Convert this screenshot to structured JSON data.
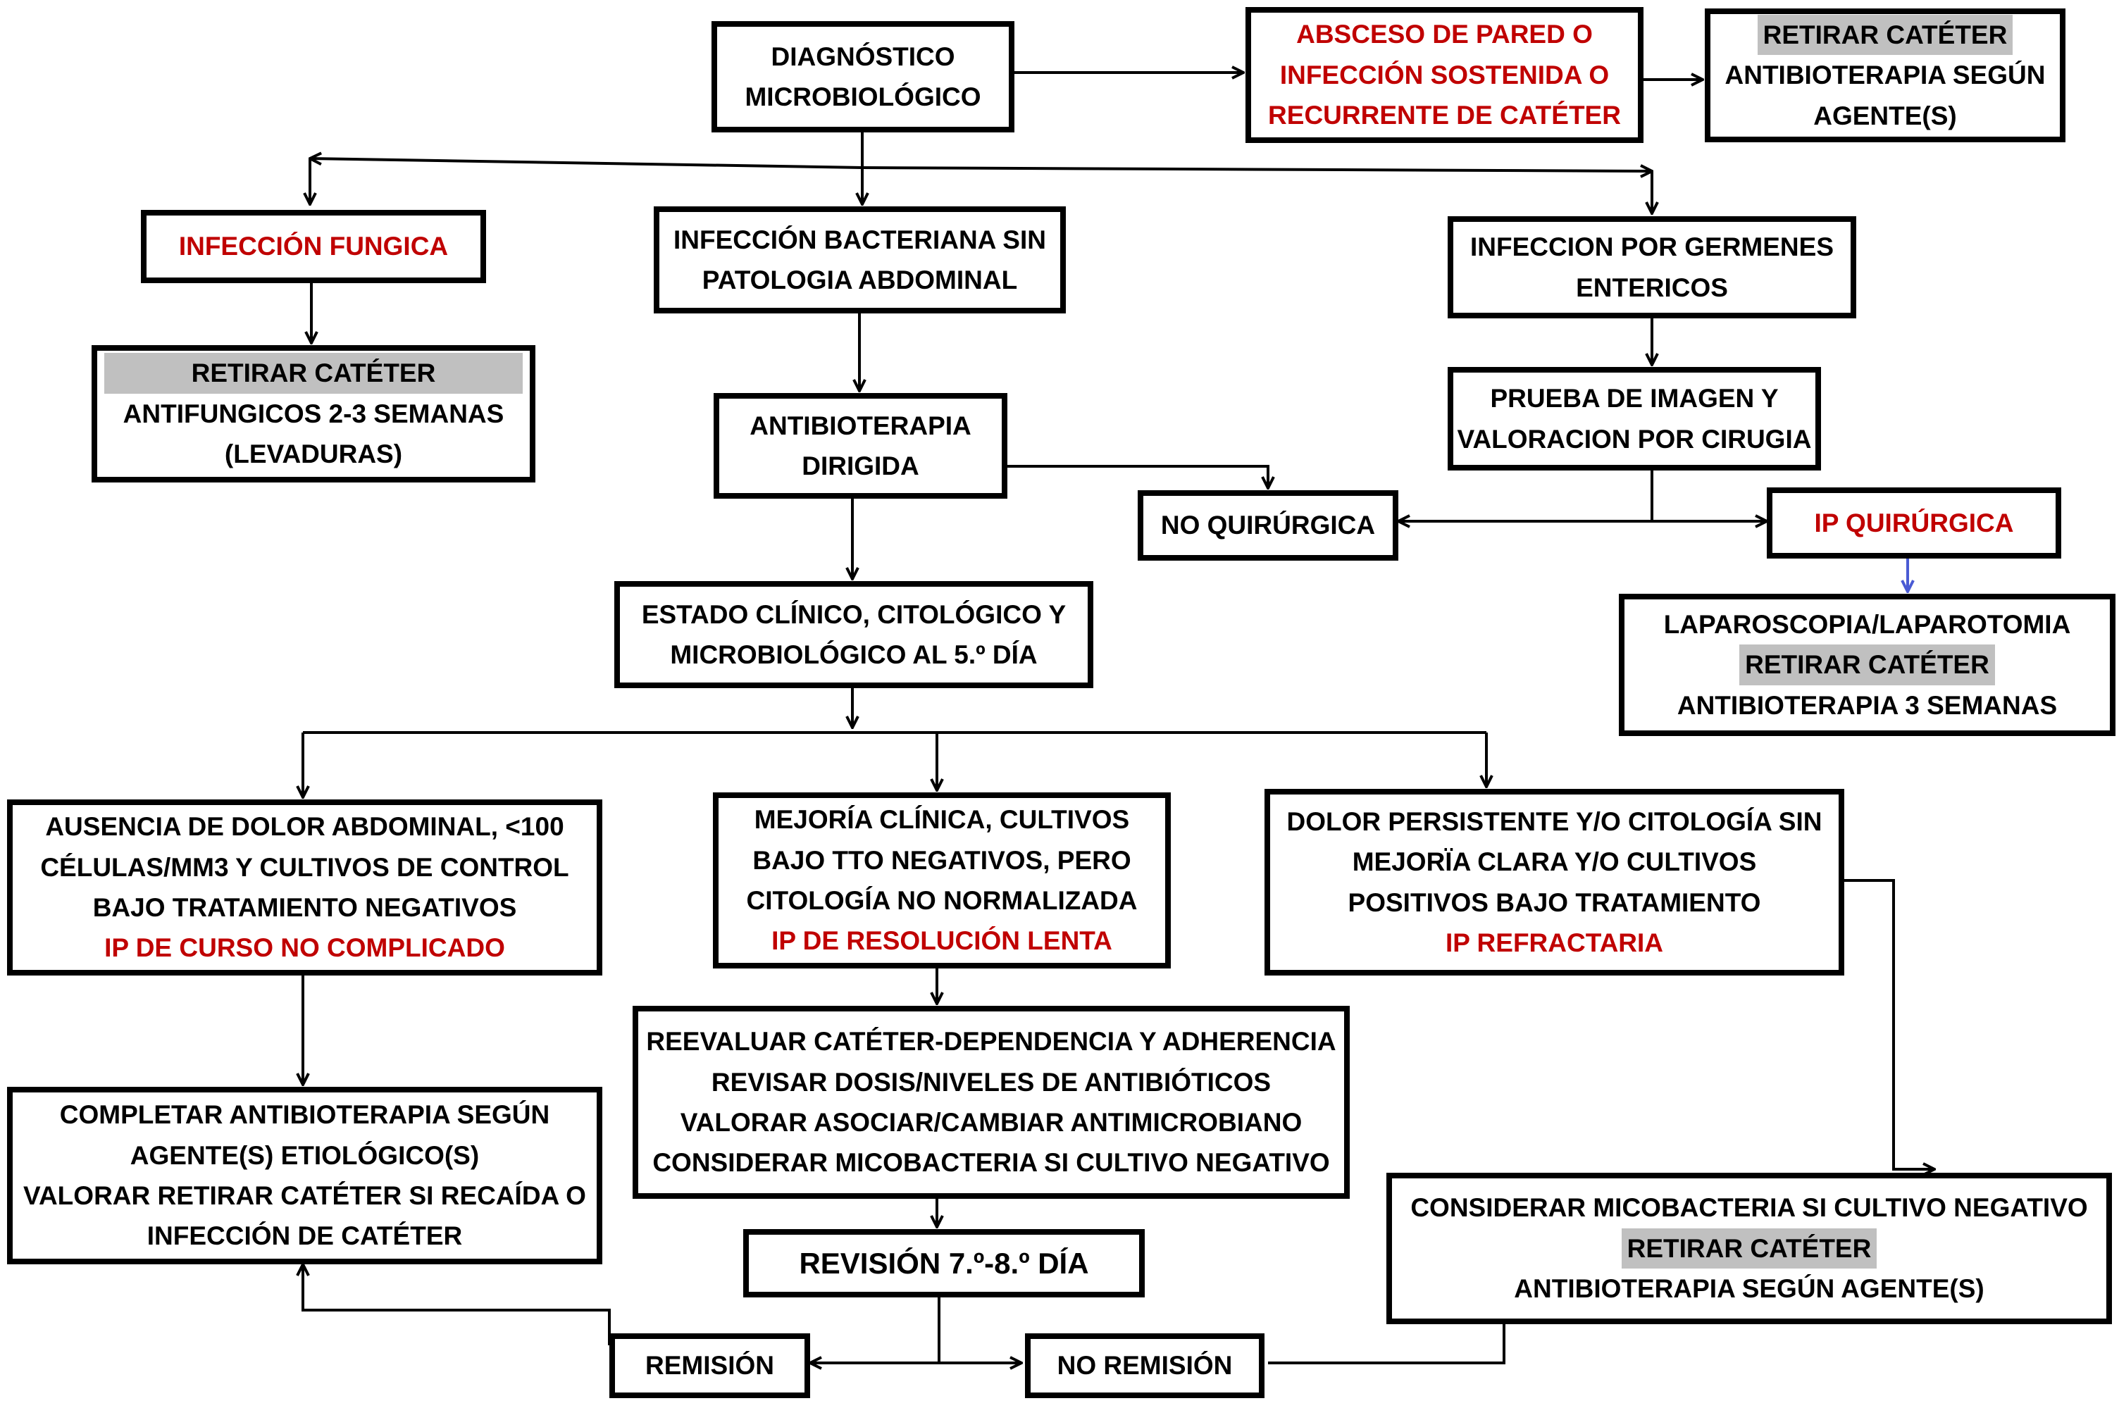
{
  "nodes": {
    "diagnostico": [
      "DIAGNÓSTICO",
      "MICROBIOLÓGICO"
    ],
    "absceso": [
      "ABSCESO DE PARED O",
      "INFECCIÓN SOSTENIDA O",
      "RECURRENTE DE CATÉTER"
    ],
    "retirar_top": [
      "RETIRAR CATÉTER",
      "ANTIBIOTERAPIA SEGÚN",
      "AGENTE(S)"
    ],
    "fungica": "INFECCIÓN FUNGICA",
    "bacteriana": [
      "INFECCIÓN BACTERIANA SIN",
      "PATOLOGIA ABDOMINAL"
    ],
    "entericos": [
      "INFECCION POR GERMENES",
      "ENTERICOS"
    ],
    "retirar_fung": [
      "RETIRAR CATÉTER",
      "ANTIFUNGICOS 2-3 SEMANAS",
      "(LEVADURAS)"
    ],
    "antibioterapia": [
      "ANTIBIOTERAPIA",
      "DIRIGIDA"
    ],
    "imagen": [
      "PRUEBA DE IMAGEN Y",
      "VALORACION POR CIRUGIA"
    ],
    "no_quirurgica": "NO QUIRÚRGICA",
    "ip_quirurgica": "IP QUIRÚRGICA",
    "laparoscopia": [
      "LAPAROSCOPIA/LAPAROTOMIA",
      "RETIRAR CATÉTER",
      "ANTIBIOTERAPIA 3 SEMANAS"
    ],
    "estado": [
      "ESTADO CLÍNICO, CITOLÓGICO Y",
      "MICROBIOLÓGICO AL 5.º DÍA"
    ],
    "ausencia": [
      "AUSENCIA DE DOLOR ABDOMINAL, <100",
      "CÉLULAS/MM3 Y CULTIVOS DE CONTROL",
      "BAJO TRATAMIENTO NEGATIVOS",
      "IP DE CURSO NO COMPLICADO"
    ],
    "mejoria": [
      "MEJORÍA CLÍNICA, CULTIVOS",
      "BAJO TTO NEGATIVOS, PERO",
      "CITOLOGÍA NO NORMALIZADA",
      "IP DE RESOLUCIÓN LENTA"
    ],
    "dolor": [
      "DOLOR PERSISTENTE Y/O CITOLOGÍA SIN",
      "MEJORÏA CLARA Y/O CULTIVOS",
      "POSITIVOS BAJO TRATAMIENTO",
      "IP REFRACTARIA"
    ],
    "reevaluar": [
      "REEVALUAR CATÉTER-DEPENDENCIA Y ADHERENCIA",
      "REVISAR DOSIS/NIVELES DE ANTIBIÓTICOS",
      "VALORAR ASOCIAR/CAMBIAR ANTIMICROBIANO",
      "CONSIDERAR MICOBACTERIA SI CULTIVO NEGATIVO"
    ],
    "completar": [
      "COMPLETAR ANTIBIOTERAPIA SEGÚN",
      "AGENTE(S) ETIOLÓGICO(S)",
      "VALORAR RETIRAR CATÉTER SI RECAÍDA O",
      "INFECCIÓN DE CATÉTER"
    ],
    "revision": "REVISIÓN 7.º-8.º DÍA",
    "considerar": [
      "CONSIDERAR MICOBACTERIA SI CULTIVO NEGATIVO",
      "RETIRAR CATÉTER",
      "ANTIBIOTERAPIA SEGÚN AGENTE(S)"
    ],
    "remision": "REMISIÓN",
    "no_remision": "NO REMISIÓN"
  },
  "colors": {
    "line": "#000000",
    "emphasis": "#c00000",
    "highlight": "#c0c0c0",
    "blue_arrow": "#4a5bd4"
  }
}
